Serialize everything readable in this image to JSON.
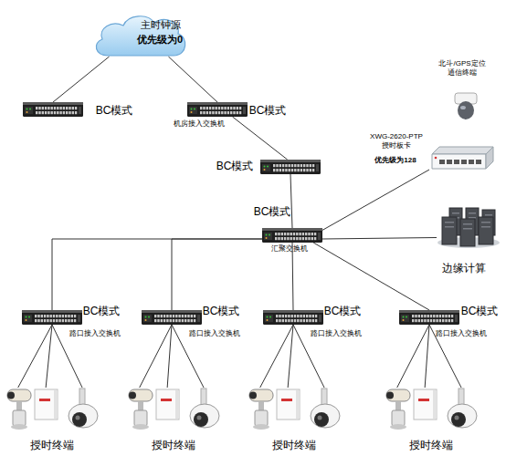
{
  "diagram": {
    "nodes": [
      {
        "text": [
          "主时钟源",
          "优先级为0"
        ]
      },
      {
        "text": [
          "北斗/GPS定位 通信终端"
        ]
      },
      {
        "text": [
          "BC模式"
        ]
      },
      {
        "text": [
          "BC模式",
          "机房接入交换机"
        ]
      },
      {
        "text": [
          "XWG-2620-PTP 授时板卡",
          "优先级为128"
        ]
      },
      {
        "text": [
          "BC模式"
        ]
      },
      {
        "text": [
          "BC模式",
          "汇聚交换机"
        ]
      },
      {
        "text": [
          "边缘计算"
        ]
      },
      {
        "text": [
          "BC模式",
          "路口接入交换机"
        ]
      },
      {
        "text": [
          "BC模式",
          "路口接入交换机"
        ]
      },
      {
        "text": [
          "BC模式",
          "路口接入交换机"
        ]
      },
      {
        "text": [
          "BC模式",
          "路口接入交换机"
        ]
      },
      {
        "text": [
          "授时终端"
        ]
      },
      {
        "text": [
          "授时终端"
        ]
      },
      {
        "text": [
          "授时终端"
        ]
      },
      {
        "text": [
          "授时终端"
        ]
      }
    ],
    "edges": [
      {
        "from": 0,
        "to": 2,
        "arrow": "none"
      },
      {
        "from": 0,
        "to": 3,
        "arrow": "none"
      },
      {
        "from": 3,
        "to": 5,
        "arrow": "none"
      },
      {
        "from": 5,
        "to": 6,
        "arrow": "none"
      },
      {
        "from": 6,
        "to": 4,
        "arrow": "none"
      },
      {
        "from": 6,
        "to": 7,
        "arrow": "none"
      },
      {
        "from": 6,
        "to": 8,
        "arrow": "none"
      },
      {
        "from": 6,
        "to": 9,
        "arrow": "none"
      },
      {
        "from": 6,
        "to": 10,
        "arrow": "none"
      },
      {
        "from": 6,
        "to": 11,
        "arrow": "none"
      },
      {
        "from": 8,
        "to": 12,
        "arrow": "none"
      },
      {
        "from": 9,
        "to": 13,
        "arrow": "none"
      },
      {
        "from": 10,
        "to": 14,
        "arrow": "none"
      },
      {
        "from": 11,
        "to": 15,
        "arrow": "none"
      }
    ]
  }
}
